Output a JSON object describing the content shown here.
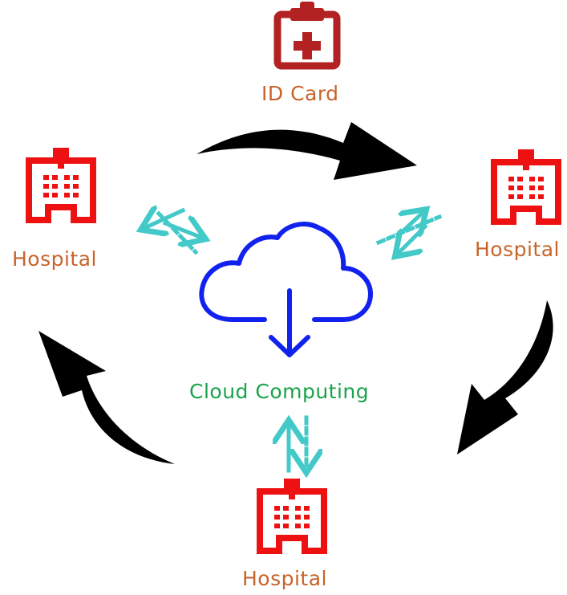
{
  "colors": {
    "label": "#c8642a",
    "cloud_label": "#19a34a",
    "hospital": "#ee1111",
    "id_card": "#b22222",
    "cloud": "#1122ee",
    "exchange_arrows": "#44c9c9",
    "flow_arrows": "#000000"
  },
  "nodes": {
    "id_card": {
      "label": "ID Card",
      "icon": "clipboard-medical-icon"
    },
    "hospital_left": {
      "label": "Hospital",
      "icon": "hospital-building-icon"
    },
    "hospital_right": {
      "label": "Hospital",
      "icon": "hospital-building-icon"
    },
    "hospital_bottom": {
      "label": "Hospital",
      "icon": "hospital-building-icon"
    },
    "cloud": {
      "label": "Cloud Computing",
      "icon": "cloud-download-icon"
    }
  }
}
